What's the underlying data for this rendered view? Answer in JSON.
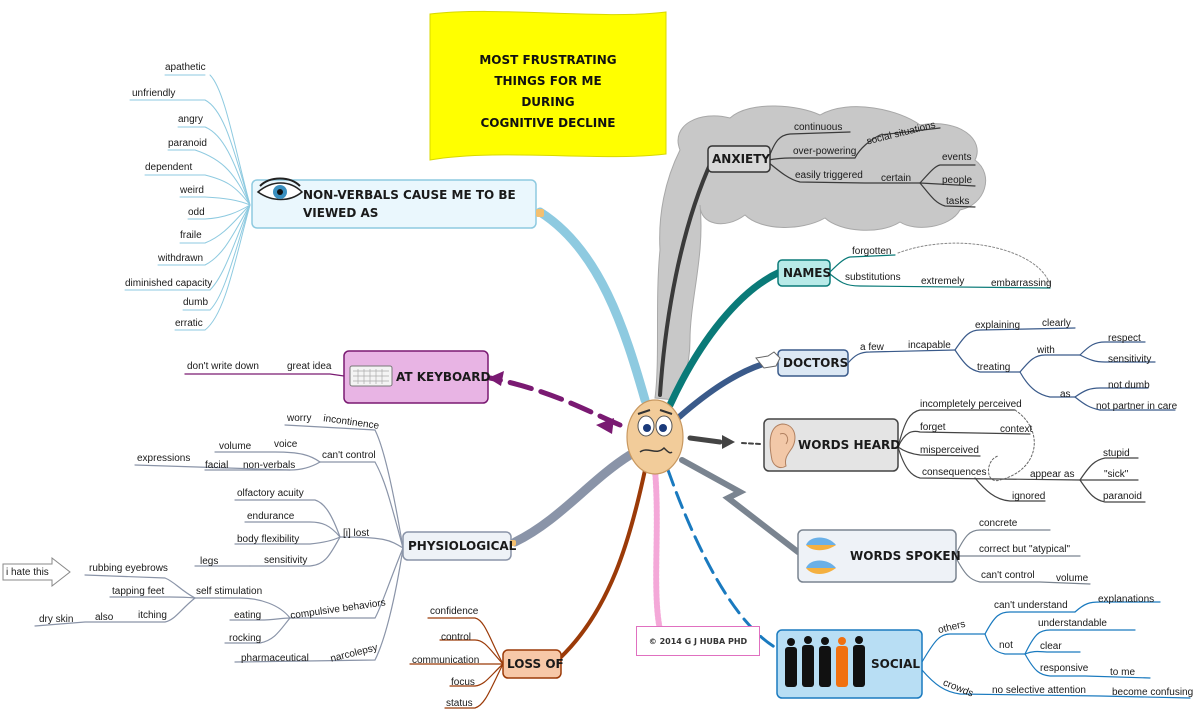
{
  "title": {
    "lines": [
      "MOST FRUSTRATING",
      "THINGS FOR ME",
      "DURING",
      "COGNITIVE DECLINE"
    ],
    "color": "#ffff00"
  },
  "copyright": "© 2014 G J HUBA PHD",
  "topics": {
    "nonverbals": {
      "line1": "NON-VERBALS CAUSE ME TO BE",
      "line2": "VIEWED AS",
      "icon": "eye-icon",
      "items": [
        "apathetic",
        "unfriendly",
        "angry",
        "paranoid",
        "dependent",
        "weird",
        "odd",
        "fraile",
        "withdrawn",
        "diminished capacity",
        "dumb",
        "erratic"
      ]
    },
    "keyboard": {
      "label": "AT KEYBOARD",
      "icon": "keyboard-icon",
      "branch": [
        "great idea",
        "don't write down"
      ]
    },
    "physiological": {
      "label": "PHYSIOLOGICAL",
      "incontinence": "incontinence",
      "worry": "worry",
      "cant_control": "can't control",
      "voice": "voice",
      "volume": "volume",
      "nonverbals": "non-verbals",
      "facial": "facial",
      "expressions": "expressions",
      "lost": "[i] lost",
      "lost_items": [
        "olfactory acuity",
        "endurance",
        "body flexibility",
        "sensitivity"
      ],
      "legs": "legs",
      "compulsive": "compulsive behaviors",
      "self_stim": "self stimulation",
      "rubbing": "rubbing eyebrows",
      "i_hate_this": "i hate this",
      "tapping": "tapping feet",
      "itching": "itching",
      "also": "also",
      "dry_skin": "dry skin",
      "eating": "eating",
      "rocking": "rocking",
      "narcolepsy": "narcolepsy",
      "pharmaceutical": "pharmaceutical"
    },
    "lossof": {
      "label": "LOSS OF",
      "items": [
        "confidence",
        "control",
        "communication",
        "focus",
        "status"
      ]
    },
    "anxiety": {
      "label": "ANXIETY",
      "continuous": "continuous",
      "overpowering": "over-powering",
      "social_situations": "social situations",
      "easily_triggered": "easily triggered",
      "certain": "certain",
      "events": "events",
      "people": "people",
      "tasks": "tasks"
    },
    "names": {
      "label": "NAMES",
      "forgotten": "forgotten",
      "substitutions": "substitutions",
      "extremely": "extremely",
      "embarrassing": "embarrassing"
    },
    "doctors": {
      "label": "DOCTORS",
      "a_few": "a few",
      "incapable": "incapable",
      "explaining": "explaining",
      "clearly": "clearly",
      "treating": "treating",
      "with": "with",
      "respect": "respect",
      "sensitivity": "sensitivity",
      "as": "as",
      "not_dumb": "not dumb",
      "not_partner": "not partner in care"
    },
    "wordsheard": {
      "label": "WORDS HEARD",
      "incompletely": "incompletely perceived",
      "forget": "forget",
      "context": "context",
      "misperceived": "misperceived",
      "consequences": "consequences",
      "appear_as": "appear as",
      "stupid": "stupid",
      "sick": "\"sick\"",
      "paranoid": "paranoid",
      "ignored": "ignored"
    },
    "wordsspoken": {
      "label": "WORDS SPOKEN",
      "concrete": "concrete",
      "correct": "correct but \"atypical\"",
      "cant_control": "can't control",
      "volume": "volume"
    },
    "social": {
      "label": "SOCIAL",
      "others": "others",
      "cant_understand": "can't understand",
      "explanations": "explanations",
      "not": "not",
      "understandable": "understandable",
      "clear": "clear",
      "responsive": "responsive",
      "to_me": "to me",
      "crowds": "crowds",
      "no_selective": "no selective attention",
      "become_confusing": "become confusing"
    }
  },
  "colors": {
    "nonverbals_branch": "#8ecae0",
    "keyboard_branch": "#7a1a72",
    "physiological_branch": "#8a94a8",
    "lossof_branch": "#9b3a08",
    "copyright_branch": "#f4a8d8",
    "anxiety_branch": "#3a3a3a",
    "names_branch": "#0a7a78",
    "doctors_branch": "#3a5a8a",
    "wordsheard_branch": "#444444",
    "wordsspoken_branch": "#7a8490",
    "social_branch": "#1a7abf",
    "cloud": "#c8c8c8"
  }
}
